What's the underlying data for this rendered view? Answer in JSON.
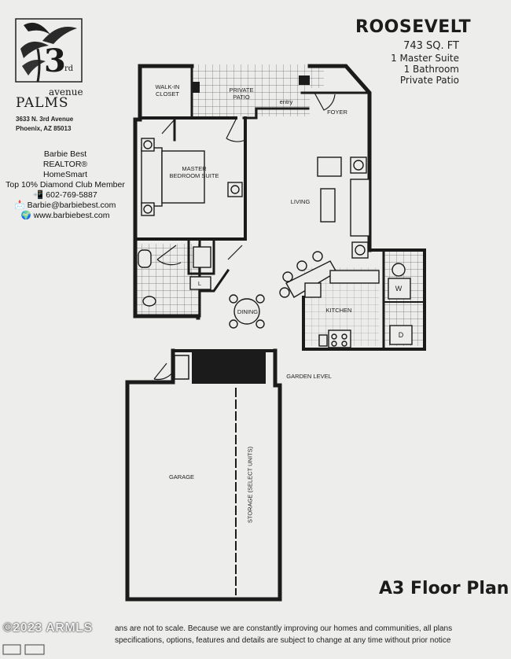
{
  "logo": {
    "number": "3",
    "suffix": "rd",
    "line1": "avenue",
    "line2": "PALMS",
    "address1": "3633 N. 3rd Avenue",
    "address2": "Phoenix, AZ 85013"
  },
  "agent": {
    "name": "Barbie Best",
    "title": "REALTOR®",
    "brokerage": "HomeSmart",
    "award": "Top 10% Diamond Club Member",
    "phone": "602-769-5887",
    "email": "Barbie@barbiebest.com",
    "website": "www.barbiebest.com",
    "phone_icon": "📲",
    "email_icon": "📩",
    "web_icon": "🌍"
  },
  "header": {
    "model": "ROOSEVELT",
    "area": "743 SQ. FT",
    "feature1": "1 Master Suite",
    "feature2": "1 Bathroom",
    "feature3": "Private Patio"
  },
  "rooms": {
    "closet_line1": "WALK-IN",
    "closet_line2": "CLOSET",
    "patio_line1": "PRIVATE",
    "patio_line2": "PATIO",
    "entry": "entry",
    "foyer": "FOYER",
    "master_line1": "MASTER",
    "master_line2": "BEDROOM SUITE",
    "living": "LIVING",
    "dining": "DINING",
    "kitchen": "KITCHEN",
    "linen": "L",
    "washer": "W",
    "dryer": "D",
    "garden": "GARDEN LEVEL",
    "garage": "GARAGE",
    "storage": "STORAGE (SELECT UNITS)"
  },
  "footer": {
    "plan_name": "A3 Floor Plan",
    "disclaimer1": "ans are not to scale. Because we are constantly improving our homes and communities, all plans",
    "disclaimer2": "specifications, options, features and details are subject to change at any time without prior notice",
    "copyright": "©2023 ARMLS"
  },
  "colors": {
    "wall": "#1b1b1b",
    "paper": "#ededeb",
    "tile_grid": "#6a6a6a"
  }
}
